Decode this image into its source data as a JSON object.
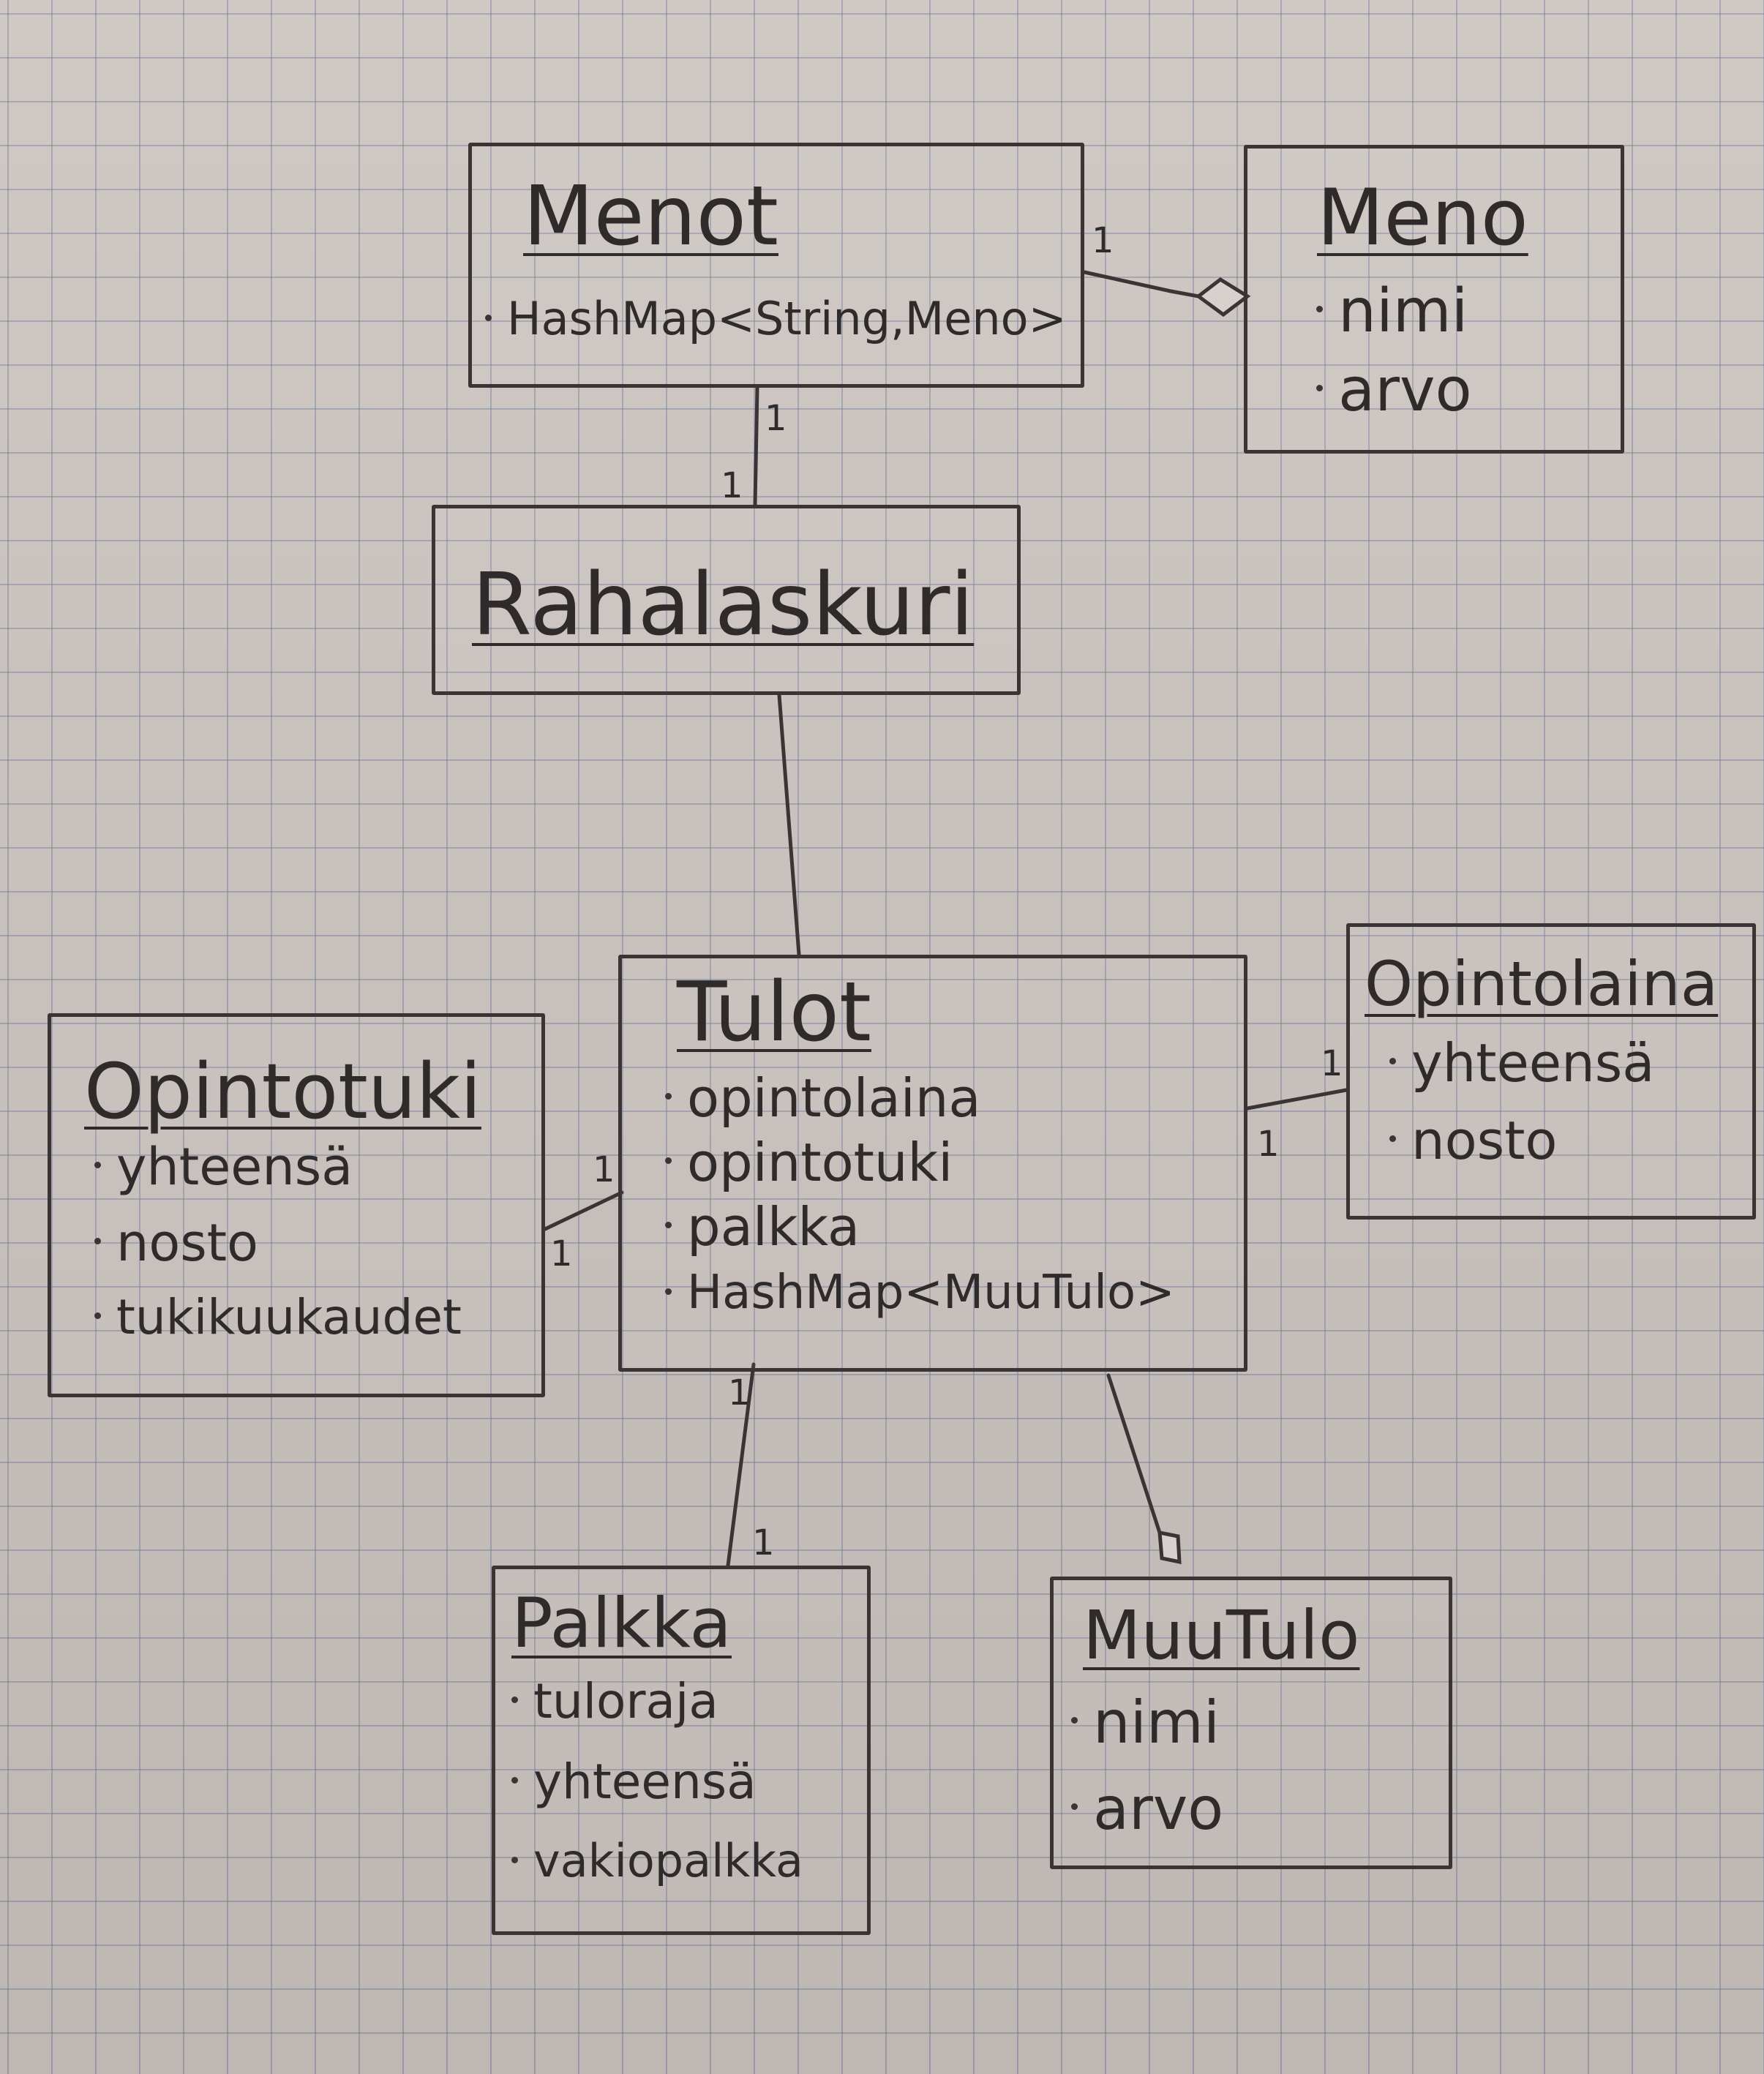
{
  "classes": {
    "menot": {
      "title": "Menot",
      "attributes": [
        "HashMap<String,Meno>"
      ]
    },
    "meno": {
      "title": "Meno",
      "attributes": [
        "nimi",
        "arvo"
      ]
    },
    "rahalaskuri": {
      "title": "Rahalaskuri",
      "attributes": []
    },
    "tulot": {
      "title": "Tulot",
      "attributes": [
        "opintolaina",
        "opintotuki",
        "palkka",
        "HashMap<MuuTulo>"
      ]
    },
    "opintotuki": {
      "title": "Opintotuki",
      "attributes": [
        "yhteensä",
        "nosto",
        "tukikuukaudet"
      ]
    },
    "opintolaina": {
      "title": "Opintolaina",
      "attributes": [
        "yhteensä",
        "nosto"
      ]
    },
    "palkka": {
      "title": "Palkka",
      "attributes": [
        "tuloraja",
        "yhteensä",
        "vakiopalkka"
      ]
    },
    "muutulo": {
      "title": "MuuTulo",
      "attributes": [
        "nimi",
        "arvo"
      ]
    }
  },
  "multiplicities": {
    "menot_meno": "1",
    "menot_rahalaskuri_top": "1",
    "menot_rahalaskuri_bottom": "1",
    "tulot_opintotuki_left": "1",
    "tulot_opintotuki_right": "1",
    "tulot_opintolaina_top": "1",
    "tulot_opintolaina_bottom": "1",
    "tulot_palkka_top": "1",
    "tulot_palkka_bottom": "1"
  },
  "colors": {
    "ink": "#3a3434",
    "paper": "#d8d0cc",
    "grid": "#5f7396"
  }
}
